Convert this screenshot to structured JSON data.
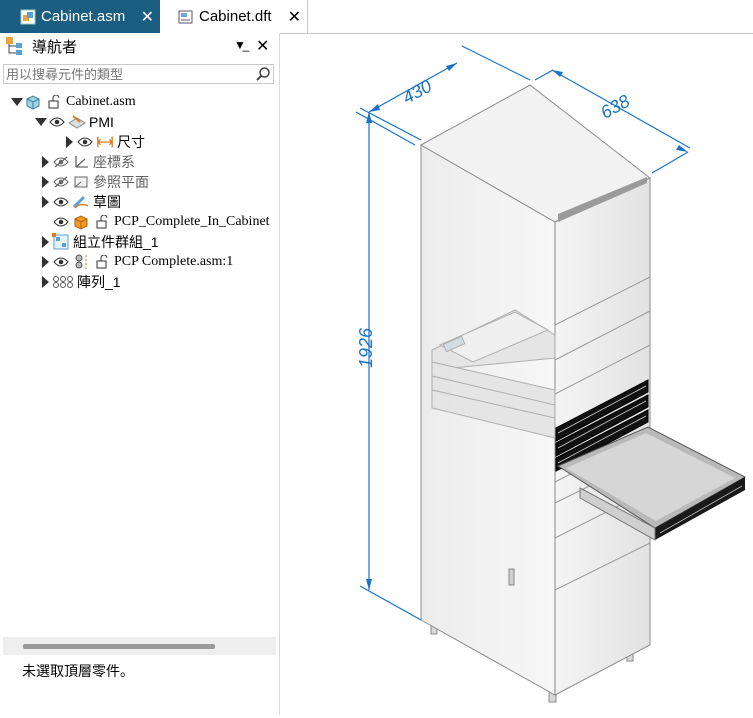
{
  "tabs": [
    {
      "label": "Cabinet.asm",
      "active": true
    },
    {
      "label": "Cabinet.dft",
      "active": false
    }
  ],
  "navigator": {
    "title": "導航者",
    "search_placeholder": "用以搜尋元件的類型",
    "tree": [
      {
        "label": "Cabinet.asm"
      },
      {
        "label": "PMI"
      },
      {
        "label": "尺寸"
      },
      {
        "label": "座標系"
      },
      {
        "label": "參照平面"
      },
      {
        "label": "草圖"
      },
      {
        "label": "PCP_Complete_In_Cabinet"
      },
      {
        "label": "組立件群組_1"
      },
      {
        "label": "PCP Complete.asm:1"
      },
      {
        "label": "陣列_1"
      }
    ],
    "status": "未選取頂層零件。"
  },
  "model": {
    "dimensions": {
      "width": "430",
      "depth": "638",
      "height": "1926"
    },
    "dimension_color": "#1a73c9"
  },
  "colors": {
    "tab_active": "#1b5e82",
    "accent": "#1a73c9"
  }
}
